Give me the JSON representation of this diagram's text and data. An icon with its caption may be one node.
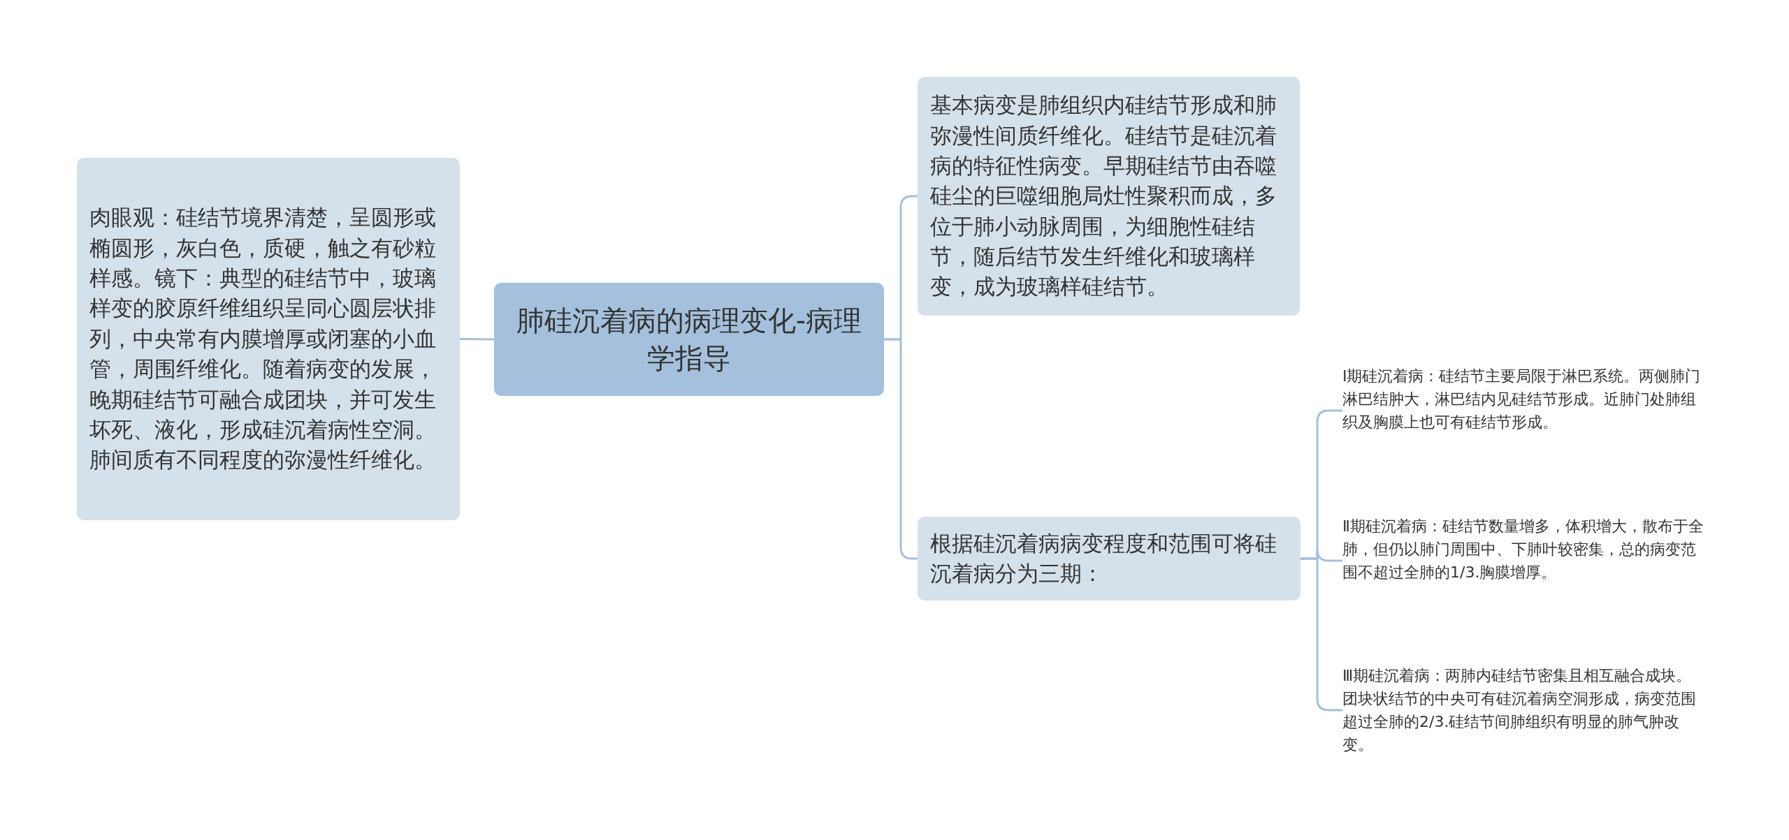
{
  "diagram": {
    "nodes": [
      {
        "text": [
          "肺硅沉着病的病理变化-病理学指导"
        ]
      },
      {
        "text": [
          "肉眼观：硅结节境界清楚，呈圆形或椭圆形，灰白色，质硬，触之有砂粒样感。镜下：典型的硅结节中，玻璃样变的胶原纤维组织呈同心圆层状排列，中央常有内膜增厚或闭塞的小血管，周围纤维化。随着病变的发展，晚期硅结节可融合成团块，并可发生坏死、液化，形成硅沉着病性空洞。肺间质有不同程度的弥漫性纤维化。"
        ]
      },
      {
        "text": [
          "基本病变是肺组织内硅结节形成和肺弥漫性间质纤维化。硅结节是硅沉着病的特征性病变。早期硅结节由吞噬硅尘的巨噬细胞局灶性聚积而成，多位于肺小动脉周围，为细胞性硅结节，随后结节发生纤维化和玻璃样变，成为玻璃样硅结节。"
        ]
      },
      {
        "text": [
          "根据硅沉着病病变程度和范围可将硅沉着病分为三期："
        ]
      },
      {
        "text": [
          "Ⅰ期硅沉着病：硅结节主要局限于淋巴系统。两侧肺门淋巴结肿大，淋巴结内见硅结节形成。近肺门处肺组织及胸膜上也可有硅结节形成。"
        ]
      },
      {
        "text": [
          "Ⅱ期硅沉着病：硅结节数量增多，体积增大，散布于全肺，但仍以肺门周围中、下肺叶较密集，总的病变范围不超过全肺的1/3.胸膜增厚。"
        ]
      },
      {
        "text": [
          "Ⅲ期硅沉着病：两肺内硅结节密集且相互融合成块。团块状结节的中央可有硅沉着病空洞形成，病变范围超过全肺的2/3.硅结节间肺组织有明显的肺气肿改变。"
        ]
      }
    ],
    "edges": [
      {
        "from": 0,
        "to": 1,
        "arrow": "none"
      },
      {
        "from": 0,
        "to": 2,
        "arrow": "none"
      },
      {
        "from": 0,
        "to": 3,
        "arrow": "none"
      },
      {
        "from": 3,
        "to": 4,
        "arrow": "none"
      },
      {
        "from": 3,
        "to": 5,
        "arrow": "none"
      },
      {
        "from": 3,
        "to": 6,
        "arrow": "none"
      }
    ]
  }
}
